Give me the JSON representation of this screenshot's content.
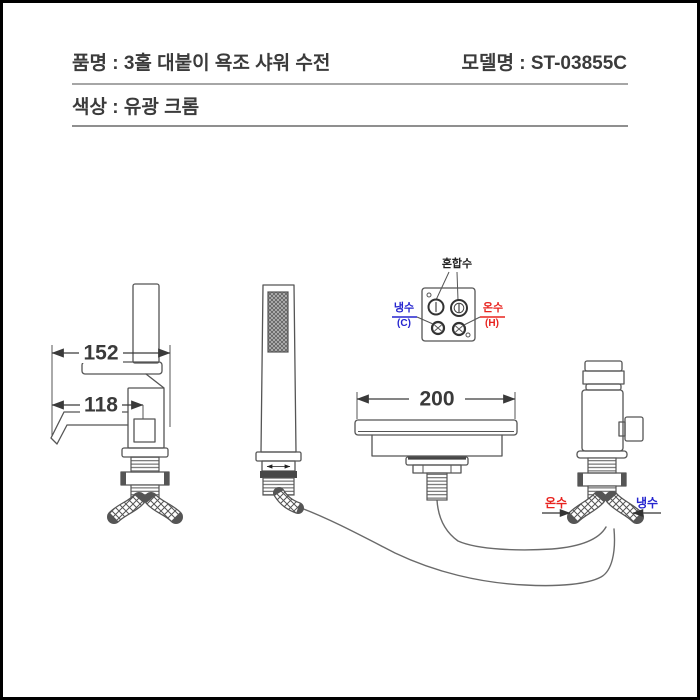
{
  "header": {
    "product_label": "품명 : 3홀 대붙이 욕조 샤워 수전",
    "model_label": "모델명 : ST-03855C",
    "color_label": "색상 : 유광 크롬"
  },
  "drawing": {
    "dimensions": {
      "faucet_overall_width": "152",
      "faucet_spout_reach": "118",
      "deck_plate_width": "200"
    },
    "mixing_diagram": {
      "mixed_water_label": "혼합수",
      "cold_label": "냉수",
      "cold_code": "(C)",
      "hot_label": "온수",
      "hot_code": "(H)"
    },
    "supply": {
      "hot_label": "온수",
      "cold_label": "냉수"
    }
  },
  "colors": {
    "hot_red": "#e8231f",
    "cold_blue": "#2525cf",
    "line_gray": "#555555",
    "text_dark": "#3b3b3b"
  }
}
